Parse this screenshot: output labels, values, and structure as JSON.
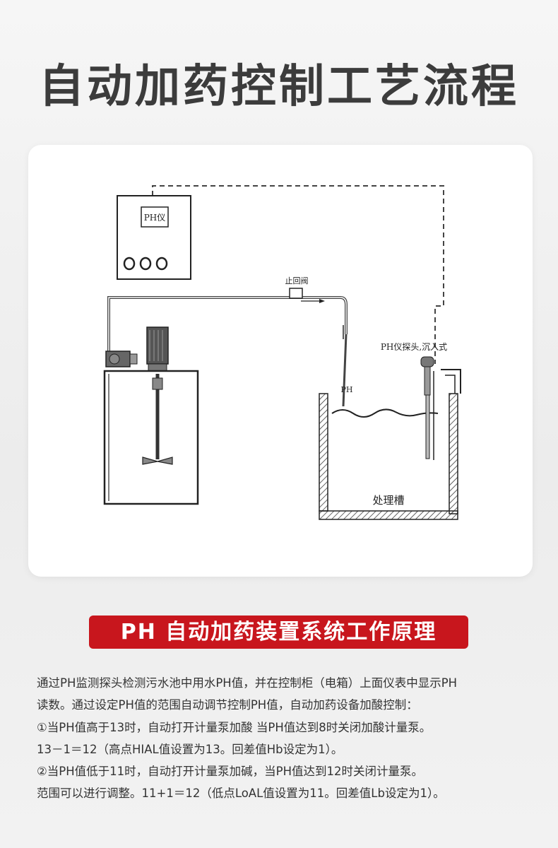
{
  "page": {
    "title": "自动加药控制工艺流程"
  },
  "diagram": {
    "ph_meter_label": "PH仪",
    "check_valve_label": "止回阀",
    "ph_probe_label": "PH仪探头,沉入式",
    "pipe_outlet_label": "PH",
    "tank_label": "处理槽"
  },
  "banner": {
    "text": "PH 自动加药装置系统工作原理"
  },
  "description": {
    "lines": [
      "通过PH监测探头检测污水池中用水PH值，并在控制柜（电箱）上面仪表中显示PH",
      "读数。通过设定PH值的范围自动调节控制PH值，自动加药设备加酸控制：",
      "①当PH值高于13时，自动打开计量泵加酸 当PH值达到8时关闭加酸计量泵。",
      "13－1＝12（高点HIAL值设置为13。回差值Hb设定为1）。",
      "②当PH值低于11时，自动打开计量泵加碱，当PH值达到12时关闭计量泵。",
      "范围可以进行调整。11+1＝12（低点LoAL值设置为11。回差值Lb设定为1）。"
    ]
  },
  "colors": {
    "banner_bg": "#c8161d",
    "title_text": "#3c3c3c",
    "body_text": "#333333",
    "card_bg": "#ffffff"
  }
}
